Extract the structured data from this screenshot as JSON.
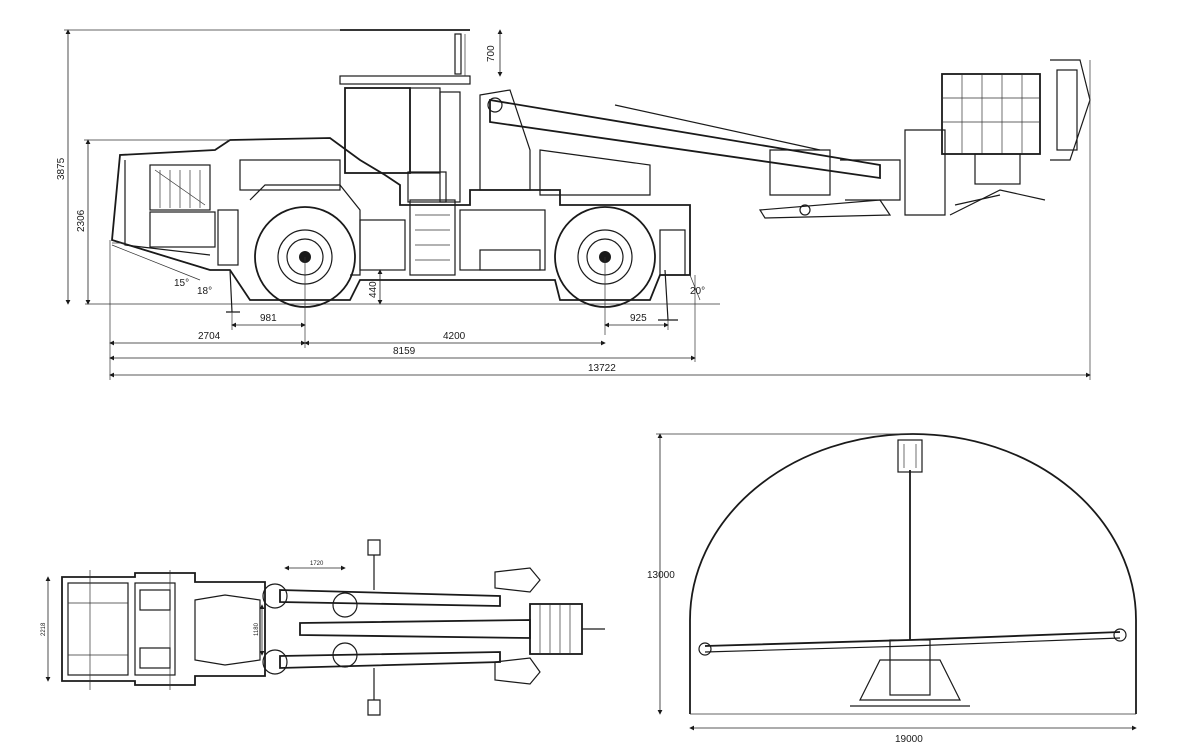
{
  "side_view": {
    "dimensions": {
      "mast_top": "700",
      "total_height": "3875",
      "cab_height": "2306",
      "ground_clearance": "440",
      "front_overhang": "2704",
      "outrigger_front": "981",
      "wheelbase": "4200",
      "outrigger_rear": "925",
      "vehicle_length": "8159",
      "total_length": "13722"
    },
    "angles": {
      "approach_a": "15°",
      "approach_b": "18°",
      "departure": "20°"
    }
  },
  "top_view": {
    "dimensions": {
      "boom_spacing": "1720",
      "body_width": "2218",
      "boom_offset": "1180"
    }
  },
  "front_view": {
    "dimensions": {
      "reach_height": "13000",
      "reach_width": "19000"
    }
  }
}
